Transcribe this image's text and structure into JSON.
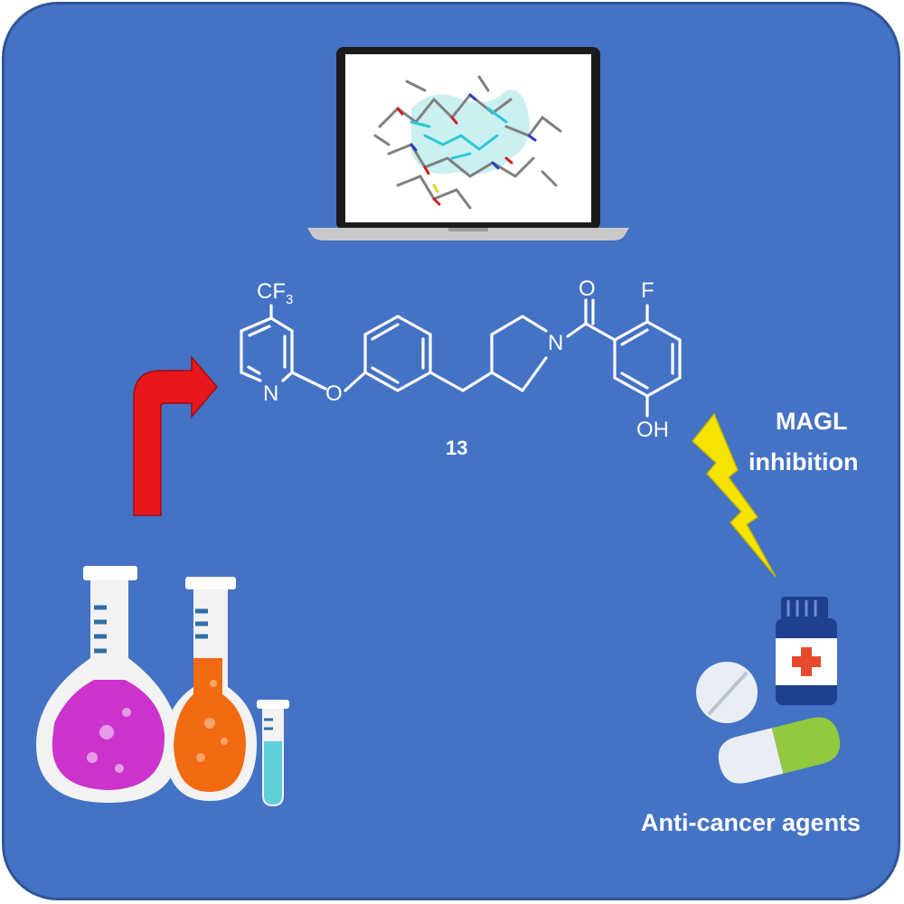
{
  "compound": {
    "number": "13",
    "atoms": {
      "cf3": "CF",
      "cf3_subscript": "3",
      "nitrogen_pyridine": "N",
      "oxygen_ether": "O",
      "nitrogen_piperidine": "N",
      "oxygen_carbonyl": "O",
      "fluorine": "F",
      "hydroxyl": "OH"
    }
  },
  "labels": {
    "magl_line1": "MAGL",
    "magl_line2": "inhibition",
    "anticancer": "Anti-cancer agents"
  },
  "colors": {
    "background": "#4472c4",
    "arrow": "#e8171b",
    "lightning": "#f5e400",
    "flask_left_liquid": "#cc33cc",
    "flask_right_liquid": "#f26a11",
    "test_tube_liquid": "#5fd0d8",
    "bottle_body": "#1f3f8f",
    "capsule_green": "#92c83e"
  },
  "icons": [
    "laptop-icon",
    "arrow-icon",
    "lightning-icon",
    "flask-icon",
    "test-tube-icon",
    "medicine-bottle-icon",
    "pill-icon",
    "capsule-icon"
  ]
}
